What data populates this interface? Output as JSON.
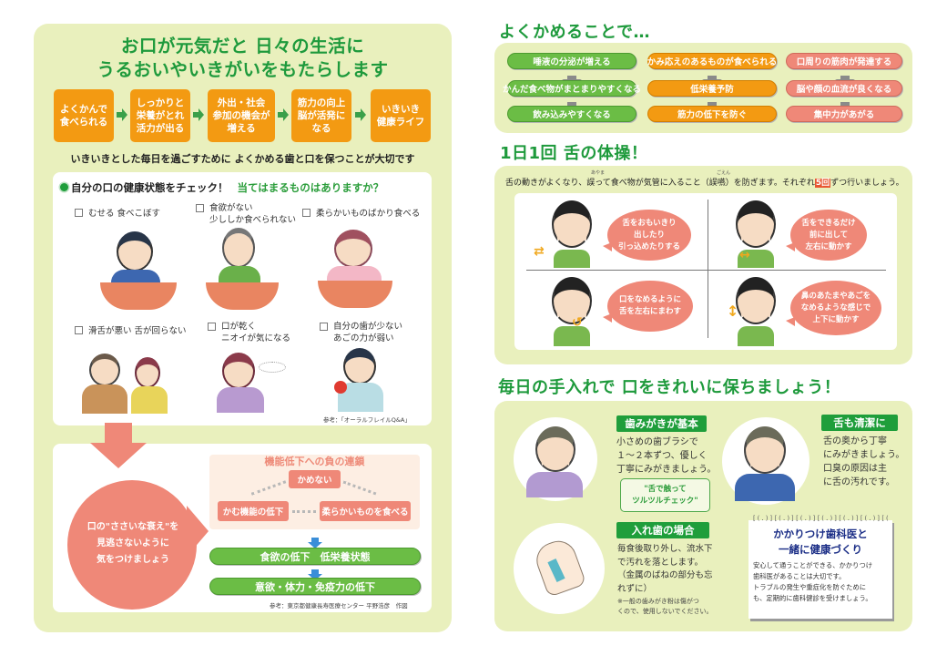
{
  "left_page": {
    "title_line1": "お口が元気だと 日々の生活に",
    "title_line2": "うるおいやいきがいをもたらします",
    "flow": [
      {
        "label": "よくかんで\n食べられる"
      },
      {
        "label": "しっかりと\n栄養がとれ\n活力が出る"
      },
      {
        "label": "外出・社会\n参加の機会が\n増える"
      },
      {
        "label": "筋力の向上\n脳が活発に\nなる"
      },
      {
        "label": "いきいき\n健康ライフ"
      }
    ],
    "subline": "いきいきとした毎日を過ごすために よくかめる歯と口を保つことが大切です",
    "check": {
      "heading": "自分の口の健康状態をチェック！",
      "question": "当てはまるものはありますか？",
      "items": [
        {
          "label": "むせる 食べこぼす",
          "checked": false
        },
        {
          "label": "食欲がない\n少ししか食べられない",
          "checked": false
        },
        {
          "label": "柔らかいものばかり食べる",
          "checked": false
        },
        {
          "label": "滑舌が悪い 舌が回らない",
          "checked": false
        },
        {
          "label": "口が乾く\nニオイが気になる",
          "checked": false
        },
        {
          "label": "自分の歯が少ない\nあごの力が弱い",
          "checked": false
        }
      ],
      "reference": "参考：「オーラルフレイルQ&A」"
    },
    "circle_text": "口の\"ささいな衰え\"を\n見逃さないように\n気をつけましょう",
    "chain": {
      "title": "機能低下への負の連鎖",
      "top": "かめない",
      "left": "かむ機能の低下",
      "right": "柔らかいものを食べる",
      "result1": "食欲の低下　低栄養状態",
      "result2": "意欲・体力・免疫力の低下"
    },
    "reference2": "参考：東京都健康長寿医療センター 平野浩彦　作図"
  },
  "right_page": {
    "chew_section": {
      "title": "よくかめることで…",
      "columns": [
        {
          "color": "green",
          "items": [
            "唾液の分泌が増える",
            "かんだ食べ物がまとまりやすくなる",
            "飲み込みやすくなる"
          ]
        },
        {
          "color": "orange",
          "items": [
            "かみ応えのあるものが食べられる",
            "低栄養予防",
            "筋力の低下を防ぐ"
          ]
        },
        {
          "color": "pink",
          "items": [
            "口周りの筋肉が発達する",
            "脳や顔の血流が良くなる",
            "集中力があがる"
          ]
        }
      ]
    },
    "tongue_section": {
      "title": "1日1回 舌の体操！",
      "intro_before": "舌の動きがよくなり、誤って食べ物が気管に入ること（誤嚥）を防ぎます。それぞれ",
      "intro_count": "5回",
      "intro_after": "ずつ行いましょう。",
      "ruby_ayamatte": "あやま",
      "ruby_goen": "ごえん",
      "exercises": [
        {
          "text": "舌をおもいきり\n出したり\n引っ込めたりする"
        },
        {
          "text": "舌をできるだけ\n前に出して\n左右に動かす"
        },
        {
          "text": "口をなめるように\n舌を左右にまわす"
        },
        {
          "text": "鼻のあたまやあごを\nなめるような感じで\n上下に動かす"
        }
      ]
    },
    "care_section": {
      "title": "毎日の手入れで 口をきれいに保ちましょう！",
      "brushing": {
        "tag": "歯みがきが基本",
        "text": "小さめの歯ブラシで\n１～２本ずつ、優しく\n丁寧にみがきましょう。",
        "check_label": "\"舌で触って\nツルツルチェック\""
      },
      "tongue": {
        "tag": "舌も清潔に",
        "text": "舌の奥から丁寧\nにみがきましょう。\n口臭の原因は主\nに舌の汚れです。"
      },
      "denture": {
        "tag": "入れ歯の場合",
        "text": "毎食後取り外し、流水下\nで汚れを落とします。\n（金属のばねの部分も忘\nれずに）",
        "note": "※一般の歯みがき粉は傷がつ\nくので、使用しないでください。"
      },
      "memo": {
        "rings": "[(.)][(.)][(.)][(.)][(.)][(.)][(.)]",
        "title": "かかりつけ歯科医と\n一緒に健康づくり",
        "body": "安心して通うことができる、かかりつけ\n歯科医があることは大切です。\nトラブルの発生や重症化を防ぐために\nも、定期的に歯科健診を受けましょう。"
      }
    }
  },
  "colors": {
    "panel_bg": "#e9f0bd",
    "title_green": "#1e9a3c",
    "orange": "#f39a12",
    "salmon": "#ef8878",
    "pill_green": "#6bbd45",
    "navy": "#1a2d86"
  }
}
